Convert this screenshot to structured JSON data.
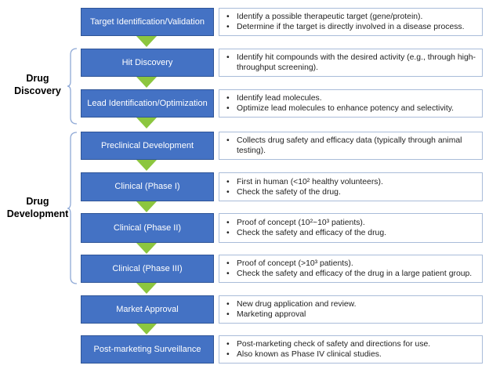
{
  "groups": [
    {
      "label_line1": "Drug",
      "label_line2": "Discovery"
    },
    {
      "label_line1": "Drug",
      "label_line2": "Development"
    }
  ],
  "stages": [
    {
      "title": "Target Identification/Validation",
      "bullets": [
        "Identify a possible therapeutic target (gene/protein).",
        "Determine if the target is directly involved in a disease process."
      ]
    },
    {
      "title": "Hit Discovery",
      "bullets": [
        "Identify hit compounds with the desired activity (e.g., through high-throughput screening)."
      ]
    },
    {
      "title": "Lead Identification/Optimization",
      "bullets": [
        "Identify lead molecules.",
        "Optimize lead molecules to enhance potency and selectivity."
      ]
    },
    {
      "title": "Preclinical Development",
      "bullets": [
        "Collects drug safety and efficacy data (typically through animal testing)."
      ]
    },
    {
      "title": "Clinical (Phase I)",
      "bullets": [
        "First in human (<10² healthy volunteers).",
        "Check the safety of the drug."
      ]
    },
    {
      "title": "Clinical (Phase II)",
      "bullets": [
        "Proof of concept (10²~10³ patients).",
        "Check the safety and efficacy of the drug."
      ]
    },
    {
      "title": "Clinical (Phase III)",
      "bullets": [
        "Proof of concept (>10³ patients).",
        "Check the safety and efficacy of the drug in a large patient group."
      ]
    },
    {
      "title": "Market Approval",
      "bullets": [
        "New drug application and review.",
        "Marketing approval"
      ]
    },
    {
      "title": "Post-marketing Surveillance",
      "bullets": [
        "Post-marketing check of safety and directions for use.",
        "Also known as Phase IV clinical studies."
      ]
    }
  ],
  "colors": {
    "stage_fill": "#4472c4",
    "arrow_fill": "#8cc63f",
    "bracket_stroke": "#8fa9d6",
    "desc_border": "#a9bcd9"
  }
}
